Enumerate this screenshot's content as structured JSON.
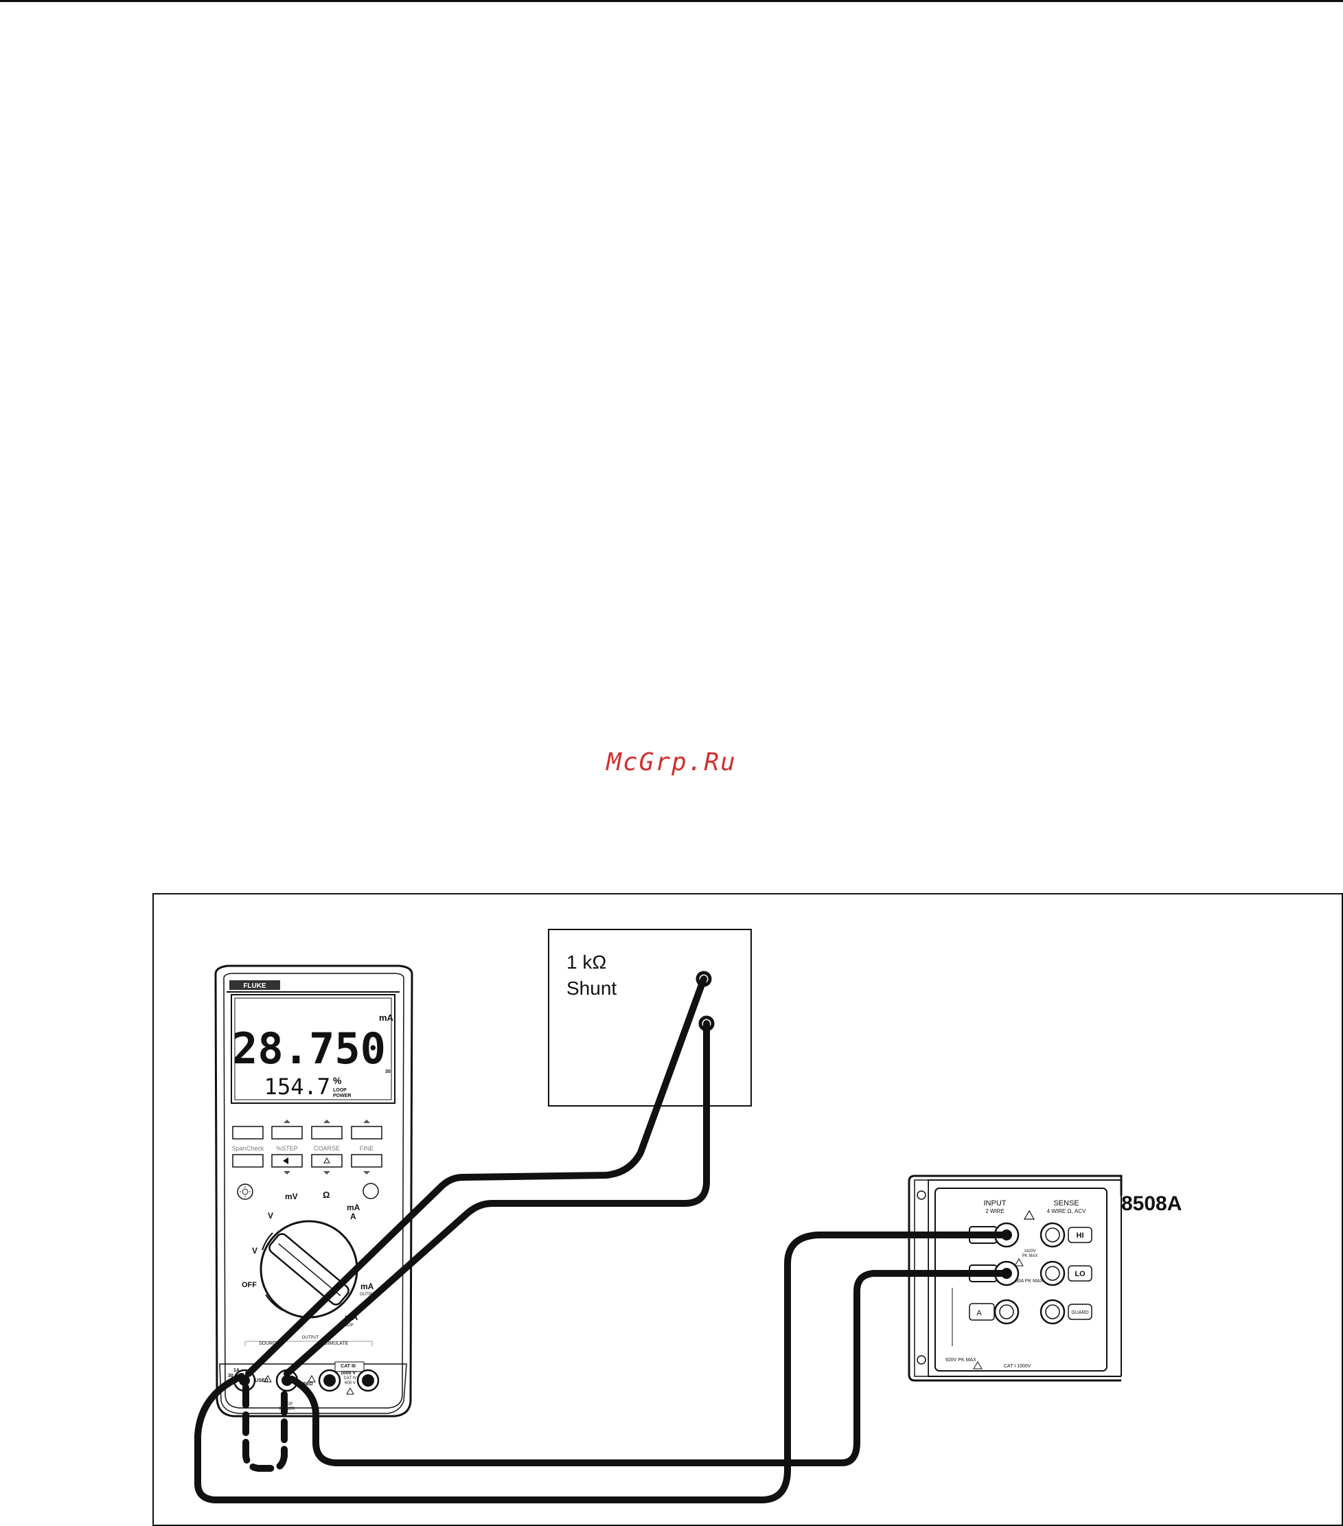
{
  "watermark": "McGrp.Ru",
  "shunt": {
    "line1": "1 kΩ",
    "line2": "Shunt"
  },
  "meter": {
    "brand": "FLUKE",
    "primary_unit": "mA",
    "primary_value": "28.750",
    "secondary_value": "154.7",
    "secondary_unit": "%",
    "secondary_sub": "30",
    "loop_line1": "LOOP",
    "loop_line2": "POWER",
    "btn_spancheck": "SpanCheck",
    "btn_step": "%STEP",
    "btn_coarse": "COARSE",
    "btn_fine": "FINE",
    "dial_v_dc": "V",
    "dial_mv": "mV",
    "dial_ohm": "Ω",
    "dial_ma_a": "mA",
    "dial_a": "A",
    "dial_v_ac": "V",
    "dial_off": "OFF",
    "dial_ma_out": "mA",
    "dial_output": "OUTPUT",
    "dial_ma_loop": "mA",
    "dial_loop": "LOOP",
    "source_label": "SOURCE",
    "simulate_label": "SIMULATE",
    "output_label": "OUTPUT",
    "jack_1a": "1A",
    "jack_30sec": "30 sec",
    "jack_fused1": "FUSED",
    "jack_fused2": "FUSED",
    "jack_cat": "CAT III",
    "jack_1000v": "1000 V",
    "jack_cativ": "CAT IV",
    "jack_600v": "600 V",
    "jack_loop_power1": "LOOP",
    "jack_loop_power2": "POWER"
  },
  "calibrator": {
    "model": "8508A",
    "input_line1": "INPUT",
    "input_line2": "2 WIRE",
    "sense_line1": "SENSE",
    "sense_line2": "4 WIRE Ω, ACV",
    "hi": "HI",
    "lo": "LO",
    "a": "A",
    "guard": "GUARD",
    "pk1": "1420V",
    "pk2": "PK MAX",
    "amp_pk": "30A PK MAX",
    "v_pk": "920V PK MAX",
    "cat": "CAT I 1000V"
  }
}
